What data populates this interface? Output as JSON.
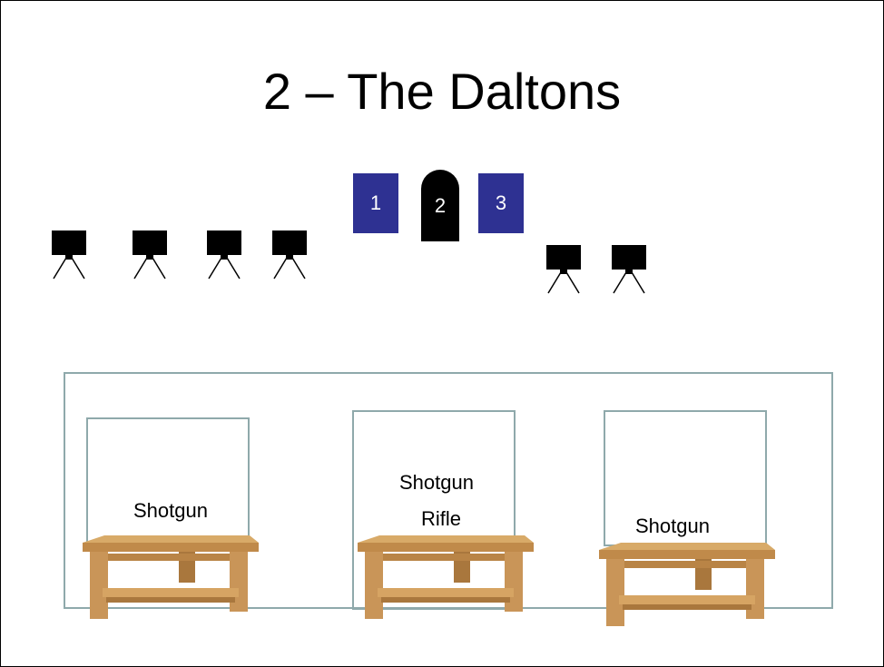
{
  "title": "2 – The Daltons",
  "targets": [
    {
      "label": "1",
      "kind": "square",
      "color": "#2e3192"
    },
    {
      "label": "2",
      "kind": "silhouette",
      "color": "#000000"
    },
    {
      "label": "3",
      "kind": "square",
      "color": "#2e3192"
    }
  ],
  "knockdown_targets": {
    "left_count": 4,
    "right_count": 2,
    "icon": "popper-target-icon"
  },
  "stations": [
    {
      "lines": [
        "Shotgun"
      ]
    },
    {
      "lines": [
        "Shotgun",
        "Rifle"
      ]
    },
    {
      "lines": [
        "Shotgun"
      ]
    }
  ],
  "colors": {
    "target_blue": "#2e3192",
    "bay_outline": "#8fa9ab",
    "wood_light": "#d8aa68",
    "wood_dark": "#a9773d"
  }
}
